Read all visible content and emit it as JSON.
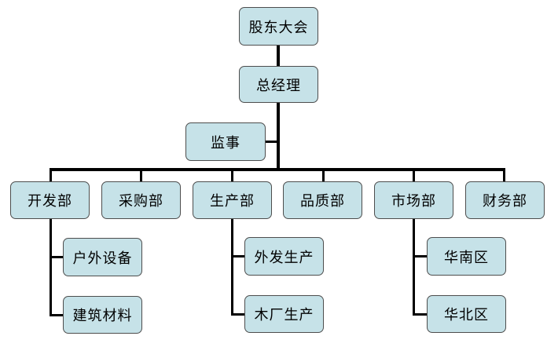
{
  "style": {
    "node_fill": "#c6e2e8",
    "node_border": "#4d4d4d",
    "connector_color": "#000000"
  },
  "nodes": {
    "shareholders": "股东大会",
    "general_manager": "总经理",
    "supervisor": "监事",
    "development": "开发部",
    "purchasing": "采购部",
    "production": "生产部",
    "quality": "品质部",
    "marketing": "市场部",
    "finance": "财务部",
    "outdoor_equipment": "户外设备",
    "building_materials": "建筑材料",
    "outsourced_production": "外发生产",
    "wood_factory_production": "木厂生产",
    "south_china": "华南区",
    "north_china": "华北区"
  }
}
